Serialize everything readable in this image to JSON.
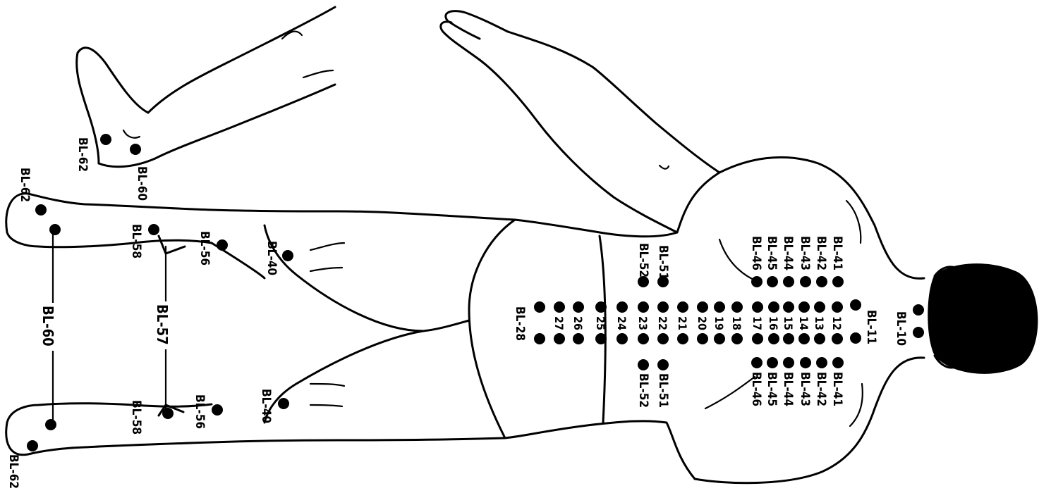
{
  "colors": {
    "ink": "#000000",
    "paper": "#ffffff"
  },
  "points": {
    "head": [
      "BL-10",
      "BL-11"
    ],
    "spine_numbers": [
      "12",
      "13",
      "14",
      "15",
      "16",
      "17",
      "18",
      "19",
      "20",
      "21",
      "22",
      "23",
      "24",
      "25",
      "26",
      "27"
    ],
    "outer_top": [
      "BL-41",
      "BL-42",
      "BL-43",
      "BL-44",
      "BL-45",
      "BL-46"
    ],
    "outer_bottom": [
      "BL-41",
      "BL-42",
      "BL-43",
      "BL-44",
      "BL-45",
      "BL-46"
    ],
    "lumbar_outer": [
      "BL-51",
      "BL-52"
    ],
    "sacral": "BL-28",
    "leg_top": [
      "BL-40",
      "BL-56",
      "BL-58"
    ],
    "leg_bottom": [
      "BL-40",
      "BL-56",
      "BL-58"
    ],
    "calf_line": "BL-57",
    "ankle_line": "BL-60",
    "foot": [
      "BL-62",
      "BL-60"
    ],
    "foot_top_corner": "BL-62",
    "foot_bottom_corner": "BL-62"
  }
}
